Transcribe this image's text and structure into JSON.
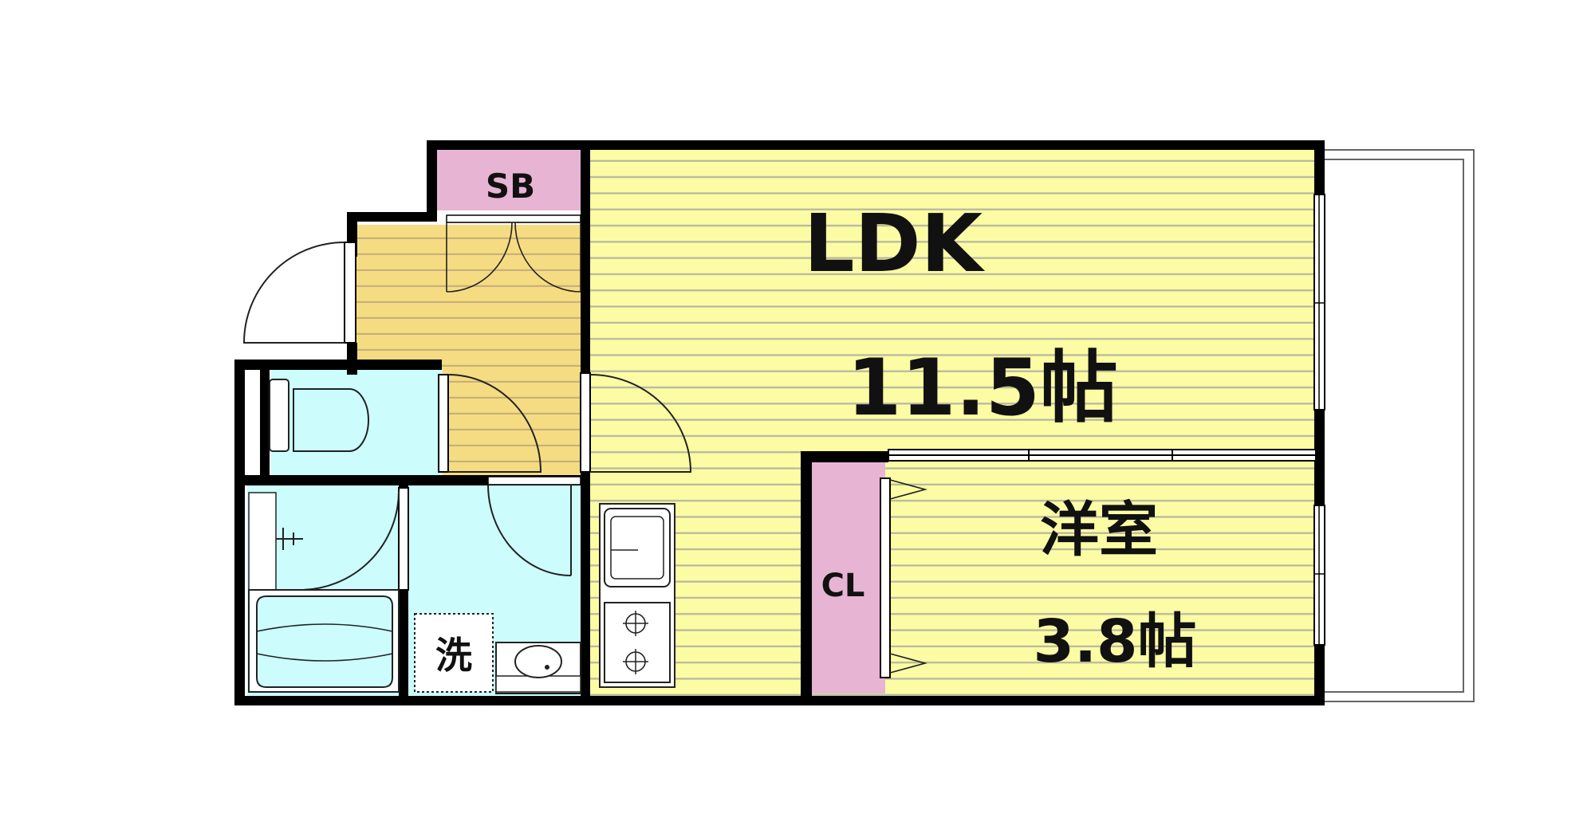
{
  "rooms": {
    "ldk": {
      "name": "LDK",
      "size": "11.5帖"
    },
    "western": {
      "name": "洋室",
      "size": "3.8帖"
    },
    "shoebox": {
      "label": "SB"
    },
    "closet": {
      "label": "CL"
    },
    "washer": {
      "label": "洗"
    }
  },
  "colors": {
    "ldk_floor": "#fcfca4",
    "ldk_stripe": "#b9b9a0",
    "entrance_floor": "#f5dc82",
    "entrance_stripe": "#c7b07a",
    "wet_area": "#ccfcfc",
    "storage": "#e8b4d4",
    "wall": "#000000",
    "balcony_line": "#666666"
  },
  "icons": [
    "toilet-icon",
    "bathtub-icon",
    "faucet-icon",
    "sink-icon",
    "stove-burner-icon",
    "door-swing-icon",
    "washbasin-icon"
  ]
}
